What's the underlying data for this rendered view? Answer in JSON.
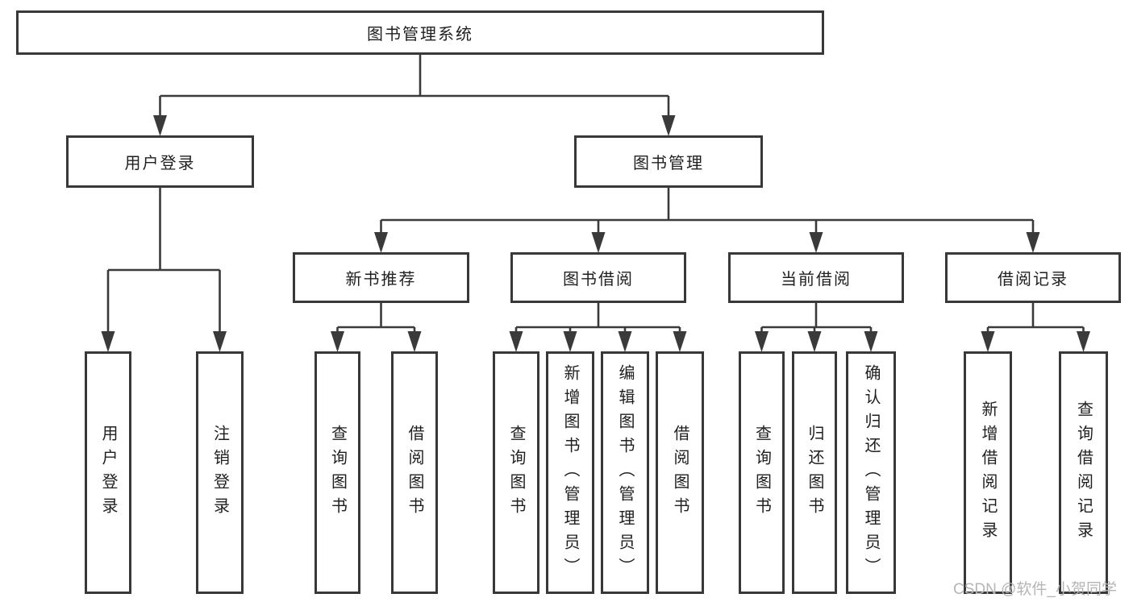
{
  "diagram_title": "图书管理系统",
  "colors": {
    "line": "#3a3a3a",
    "box_border": "#383838",
    "text": "#1f1f1f",
    "background": "#ffffff",
    "watermark": "#b5b5b5"
  },
  "watermark": {
    "text": "CSDN @软件_小贺同学"
  },
  "nodes": [
    {
      "id": "system",
      "label": "图书管理系统",
      "vertical": false
    },
    {
      "id": "user-login-group",
      "label": "用户登录",
      "vertical": false
    },
    {
      "id": "book-management",
      "label": "图书管理",
      "vertical": false
    },
    {
      "id": "new-book-recommend",
      "label": "新书推荐",
      "vertical": false
    },
    {
      "id": "book-borrow",
      "label": "图书借阅",
      "vertical": false
    },
    {
      "id": "current-borrow",
      "label": "当前借阅",
      "vertical": false
    },
    {
      "id": "borrow-record",
      "label": "借阅记录",
      "vertical": false
    },
    {
      "id": "user-login",
      "label": "用户登录",
      "vertical": true
    },
    {
      "id": "logout",
      "label": "注销登录",
      "vertical": true
    },
    {
      "id": "nb-query-book",
      "label": "查询图书",
      "vertical": true
    },
    {
      "id": "nb-borrow-book",
      "label": "借阅图书",
      "vertical": true
    },
    {
      "id": "bb-query-book",
      "label": "查询图书",
      "vertical": true
    },
    {
      "id": "bb-add-book",
      "label": "新增图书（管理员）",
      "vertical": true
    },
    {
      "id": "bb-edit-book",
      "label": "编辑图书（管理员）",
      "vertical": true
    },
    {
      "id": "bb-borrow-book",
      "label": "借阅图书",
      "vertical": true
    },
    {
      "id": "cb-query-book",
      "label": "查询图书",
      "vertical": true
    },
    {
      "id": "cb-return-book",
      "label": "归还图书",
      "vertical": true
    },
    {
      "id": "cb-confirm-return",
      "label": "确认归还（管理员）",
      "vertical": true
    },
    {
      "id": "br-add-record",
      "label": "新增借阅记录",
      "vertical": true
    },
    {
      "id": "br-query-record",
      "label": "查询借阅记录",
      "vertical": true
    }
  ],
  "edges": [
    {
      "from": "system",
      "to": [
        "user-login-group",
        "book-management"
      ]
    },
    {
      "from": "user-login-group",
      "to": [
        "user-login",
        "logout"
      ]
    },
    {
      "from": "book-management",
      "to": [
        "new-book-recommend",
        "book-borrow",
        "current-borrow",
        "borrow-record"
      ]
    },
    {
      "from": "new-book-recommend",
      "to": [
        "nb-query-book",
        "nb-borrow-book"
      ]
    },
    {
      "from": "book-borrow",
      "to": [
        "bb-query-book",
        "bb-add-book",
        "bb-edit-book",
        "bb-borrow-book"
      ]
    },
    {
      "from": "current-borrow",
      "to": [
        "cb-query-book",
        "cb-return-book",
        "cb-confirm-return"
      ]
    },
    {
      "from": "borrow-record",
      "to": [
        "br-add-record",
        "br-query-record"
      ]
    }
  ]
}
